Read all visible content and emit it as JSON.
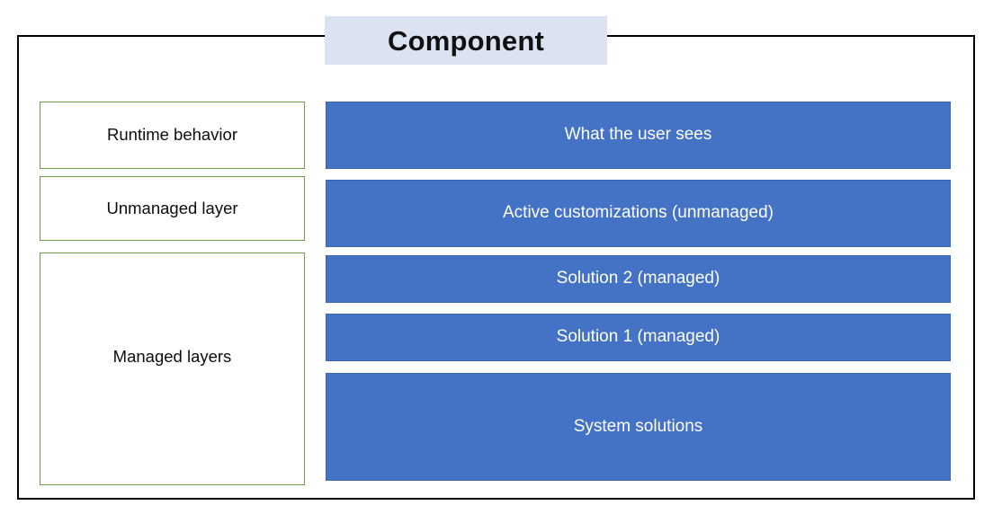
{
  "diagram": {
    "title": "Component",
    "title_bg_color": "#dbe2f1",
    "frame_border_color": "#000000",
    "label_border_color": "#6d9e42",
    "bar_fill_color": "#4472c4",
    "bar_text_color": "#ffffff",
    "labels": [
      {
        "id": "runtime-behavior",
        "text": "Runtime behavior"
      },
      {
        "id": "unmanaged-layer",
        "text": "Unmanaged layer"
      },
      {
        "id": "managed-layers",
        "text": "Managed layers"
      }
    ],
    "layers": [
      {
        "id": "what-the-user-sees",
        "text": "What the user sees"
      },
      {
        "id": "active-customizations",
        "text": "Active customizations (unmanaged)"
      },
      {
        "id": "solution-2",
        "text": "Solution 2 (managed)"
      },
      {
        "id": "solution-1",
        "text": "Solution 1 (managed)"
      },
      {
        "id": "system-solutions",
        "text": "System solutions"
      }
    ]
  }
}
